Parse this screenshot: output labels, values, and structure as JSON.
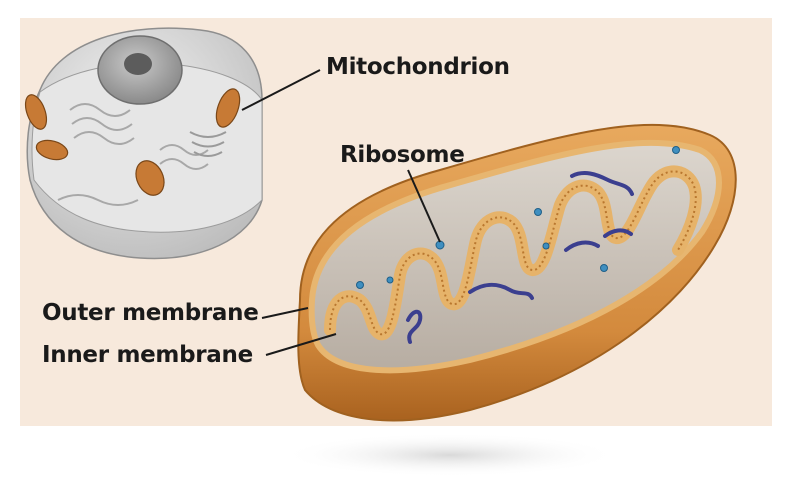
{
  "labels": {
    "mitochondrion": "Mitochondrion",
    "ribosome": "Ribosome",
    "outer_membrane": "Outer membrane",
    "inner_membrane": "Inner membrane"
  },
  "colors": {
    "background": "#f7e9dc",
    "mito_body": "#d9954a",
    "mito_shadow": "#b86e2a",
    "membrane": "#f0c27c",
    "matrix": "#c9c1b7",
    "ribosome": "#3f8fc0",
    "dna": "#3b3f8f",
    "cell_gray": "#d4d4d4"
  }
}
